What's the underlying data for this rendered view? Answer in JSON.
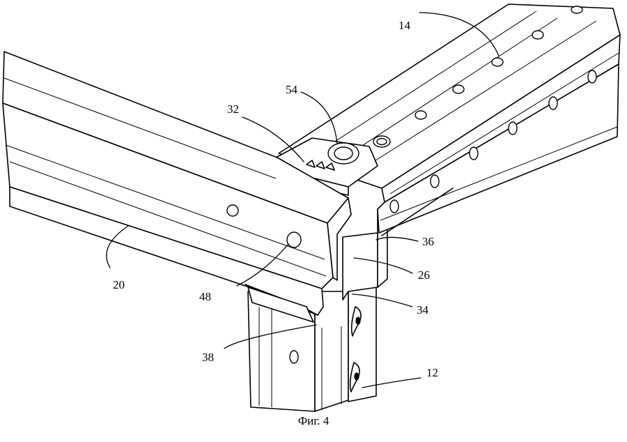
{
  "figure": {
    "caption": "Фиг. 4",
    "labels": {
      "l14": "14",
      "l54": "54",
      "l32": "32",
      "l36": "36",
      "l26": "26",
      "l20": "20",
      "l48": "48",
      "l34": "34",
      "l38": "38",
      "l12": "12"
    }
  }
}
